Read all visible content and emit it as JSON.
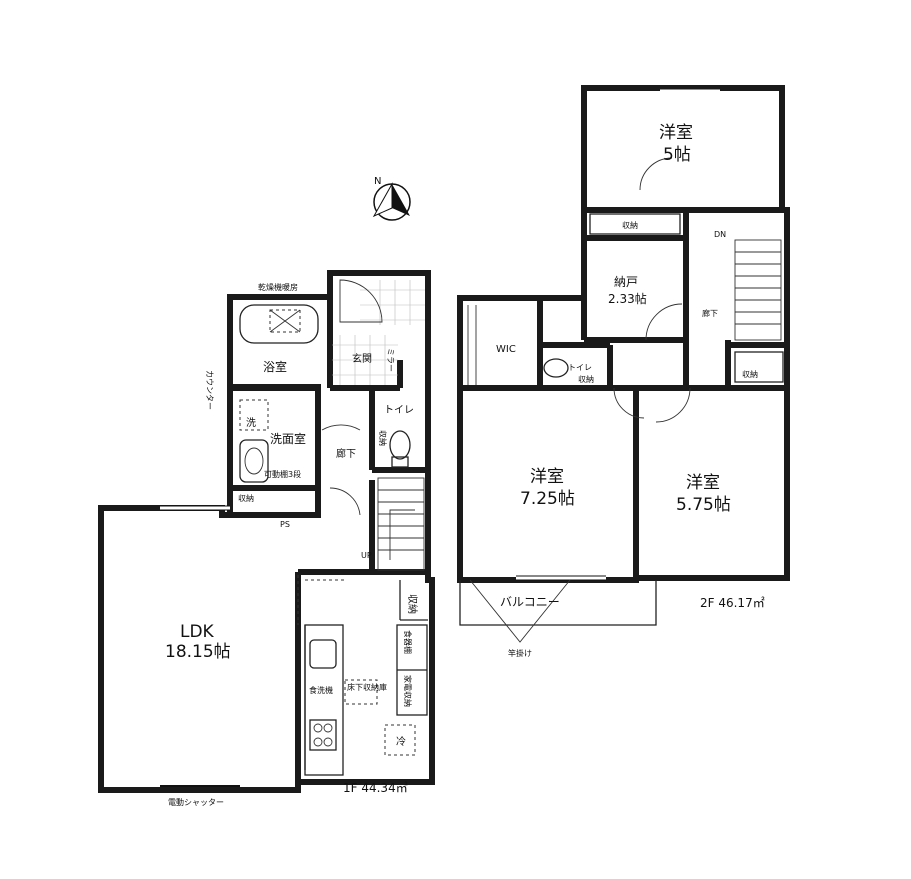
{
  "compass": {
    "label": "N"
  },
  "floor1": {
    "area_label": "1F 44.34㎡",
    "dryer_label": "乾燥機暖房",
    "bath_label": "浴室",
    "counter_label": "カウンター",
    "wash_mark": "洗",
    "washroom_label": "洗面室",
    "shelf_label": "可動棚3段",
    "storage_label": "収納",
    "ps_label": "PS",
    "entrance_label": "玄関",
    "mirror_label": "ミラー",
    "hall_label": "廊下",
    "toilet_label": "トイレ",
    "toilet_storage_label": "収納",
    "up_label": "UP",
    "ldk_label": "LDK",
    "ldk_size": "18.15帖",
    "stair_storage_label": "収納",
    "pantry_label": "食器棚",
    "appliance_label": "家電収納",
    "underfloor_label": "床下収納庫",
    "dishwasher_label": "食洗機",
    "fridge_mark": "冷",
    "shutter_label": "電動シャッター"
  },
  "floor2": {
    "area_label": "2F 46.17㎡",
    "room1_label": "洋室",
    "room1_size": "5帖",
    "closet1_label": "収納",
    "nando_label": "納戸",
    "nando_size": "2.33帖",
    "dn_label": "DN",
    "hall_label": "廊下",
    "wic_label": "WIC",
    "toilet_label": "トイレ",
    "toilet_storage_label": "収納",
    "storage_label": "収納",
    "room2_label": "洋室",
    "room2_size": "7.25帖",
    "room3_label": "洋室",
    "room3_size": "5.75帖",
    "balcony_label": "バルコニー",
    "pole_label": "竿掛け"
  }
}
